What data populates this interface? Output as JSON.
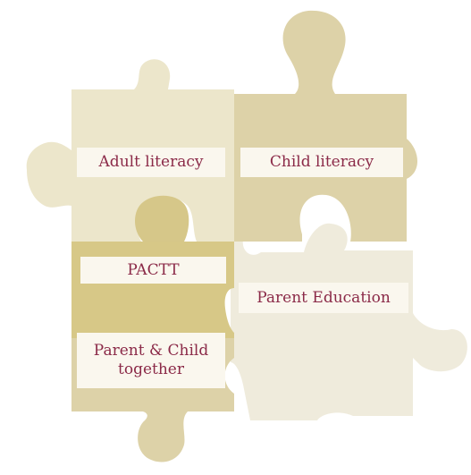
{
  "colors": {
    "piece_light_tan": "#ece6cb",
    "piece_tan": "#ddd2a8",
    "piece_olive": "#d7c887",
    "piece_cream": "#efebdc",
    "piece_knob": "#d6c789",
    "label_bg": "#faf7ee",
    "label_text": "#8b2a48"
  },
  "pieces": [
    {
      "id": "adult-literacy",
      "label": "Adult literacy"
    },
    {
      "id": "child-literacy",
      "label": "Child literacy"
    },
    {
      "id": "pactt",
      "label": "PACTT"
    },
    {
      "id": "parent-education",
      "label": "Parent Education"
    },
    {
      "id": "parent-child",
      "label_line1": "Parent & Child",
      "label_line2": "together"
    }
  ]
}
